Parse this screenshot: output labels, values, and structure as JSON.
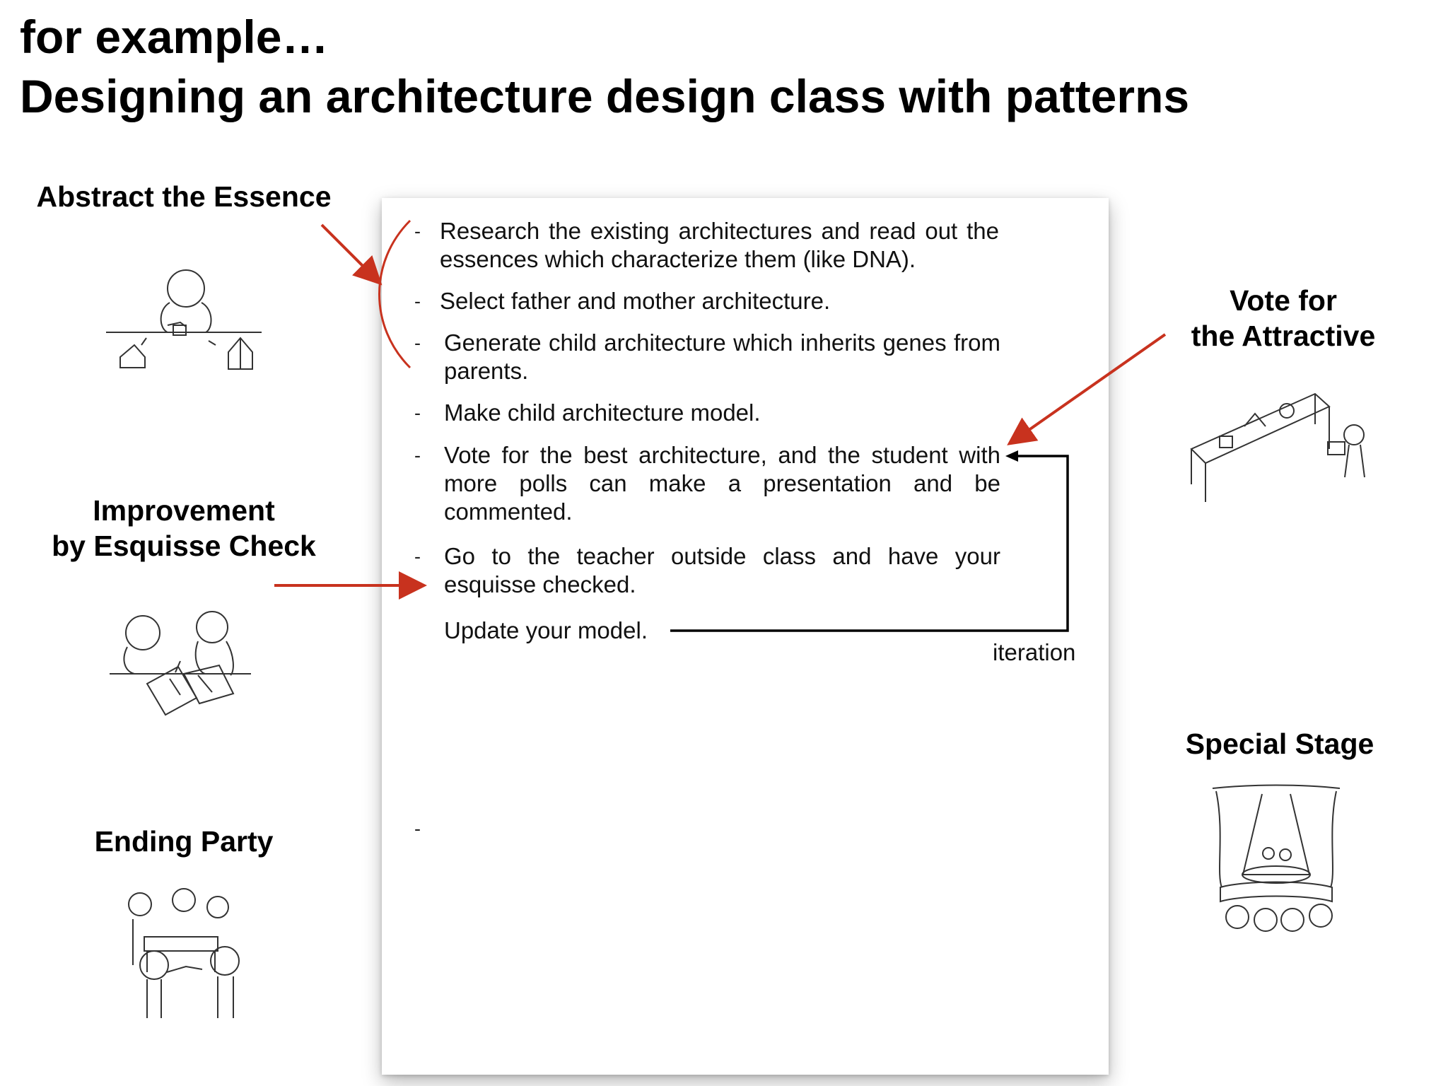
{
  "slide": {
    "title_line1": "for example…",
    "title_line2": "Designing an architecture design class with patterns"
  },
  "patterns": {
    "abstract_essence": "Abstract the Essence",
    "improvement": [
      "Improvement",
      "by Esquisse Check"
    ],
    "ending_party": "Ending Party",
    "vote": [
      "Vote for",
      "the Attractive"
    ],
    "special_stage": "Special Stage"
  },
  "document": {
    "steps": [
      {
        "dash": "-",
        "text": "Research the existing architectures and read out the essences which characterize them (like DNA)."
      },
      {
        "dash": "-",
        "text": "Select father and mother architecture."
      },
      {
        "dash": "-",
        "text": "Generate child architecture which inherits genes from parents."
      },
      {
        "dash": "-",
        "text": "Make child architecture model."
      },
      {
        "dash": "-",
        "text": "Vote for the best architecture, and the student with more polls can make a presentation and be commented."
      },
      {
        "dash": "-",
        "text": "Go to the teacher outside class and have your esquisse checked."
      },
      {
        "dash": "-",
        "text": "Update your model."
      }
    ],
    "iteration_label": "iteration"
  },
  "colors": {
    "arrow_red": "#c8321e",
    "loop_line": "#000000",
    "sketch_stroke": "#333333"
  },
  "icons": [
    "person-at-table-sketch",
    "people-consulting-sketch",
    "party-group-sketch",
    "voting-table-sketch",
    "theater-stage-sketch"
  ]
}
